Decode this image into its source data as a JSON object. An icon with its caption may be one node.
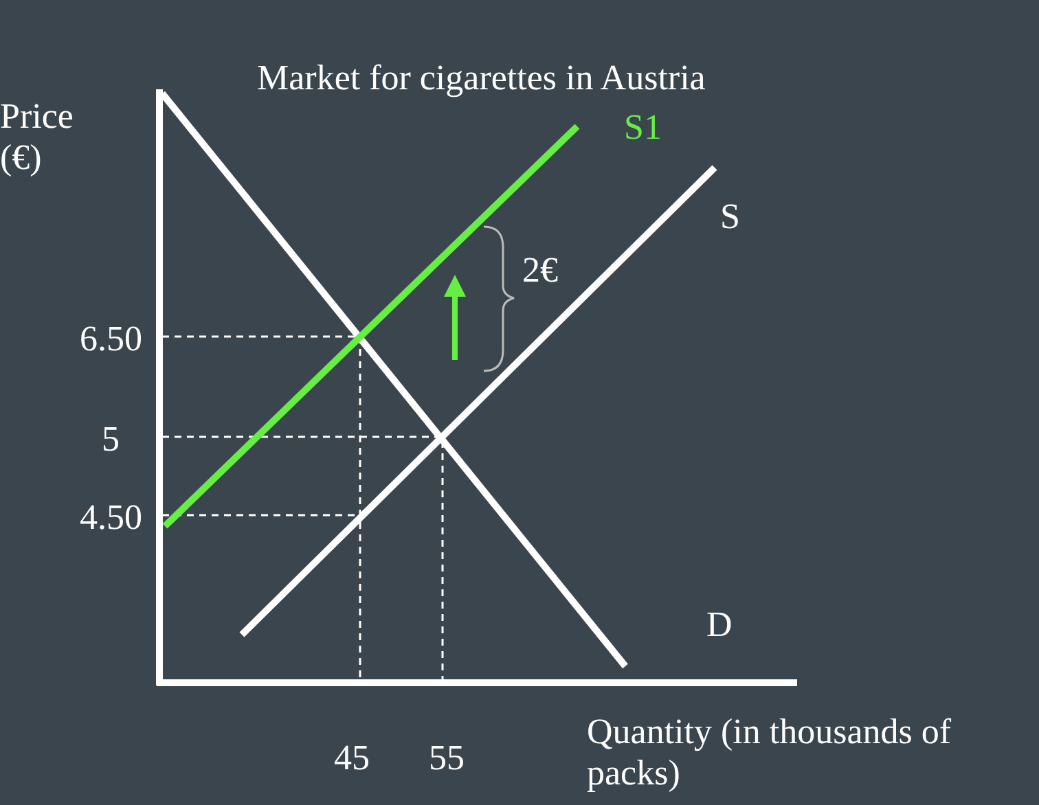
{
  "diagram": {
    "title": "Market for cigarettes  in Austria",
    "labels": [
      "Price (€)",
      "S1",
      "2€",
      "S",
      "6.50",
      "5",
      "4.50",
      "D",
      "Quantity (in thousands of packs)",
      "45",
      "55"
    ]
  }
}
